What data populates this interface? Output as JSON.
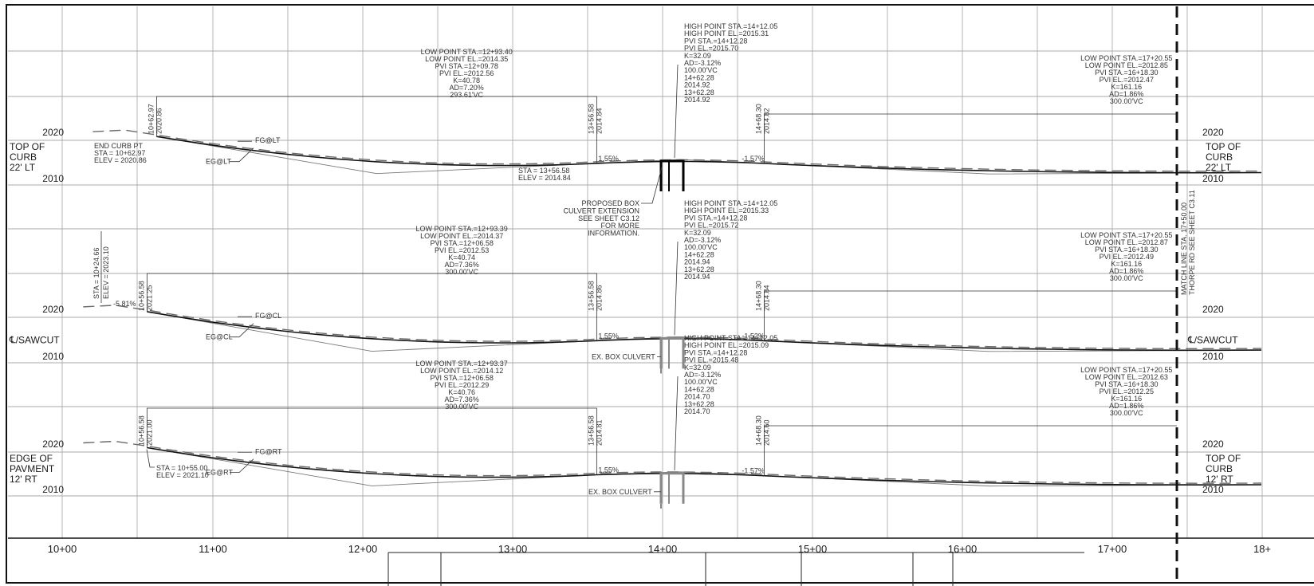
{
  "axis": {
    "stations": [
      "10+00",
      "11+00",
      "12+00",
      "13+00",
      "14+00",
      "15+00",
      "16+00",
      "17+00",
      "18+"
    ]
  },
  "profiles": [
    {
      "label_left": [
        "TOP OF",
        "CURB",
        "22' LT"
      ],
      "label_right": [
        "TOP OF",
        "CURB",
        "22' LT"
      ],
      "elev_top": "2020",
      "elev_bottom": "2010",
      "fg_tag": "FG@LT",
      "eg_tag": "EG@LT",
      "vc1": [
        "LOW POINT STA.=12+93.40",
        "LOW POINT EL.=2014.35",
        "PVI STA.=12+09.78",
        "PVI EL.=2012.56",
        "K=40.78",
        "AD=7.20%",
        "293.61'VC"
      ],
      "vc2": [
        "HIGH POINT STA.=14+12.05",
        "HIGH POINT EL.=2015.31",
        "PVI STA.=14+12.28",
        "PVI EL.=2015.70",
        "K=32.09",
        "AD=-3.12%",
        "100.00'VC",
        "14+62.28",
        "2014.92",
        "13+62.28",
        "2014.92"
      ],
      "vc3": [
        "LOW POINT STA.=17+20.55",
        "LOW POINT EL.=2012.85",
        "PVI STA.=16+18.30",
        "PVI EL.=2012.47",
        "K=161.16",
        "AD=1.86%",
        "300.00'VC"
      ],
      "start_sta": "10+62.97",
      "start_el": "2020.86",
      "bvc_sta": "13+56.58",
      "bvc_el": "2014.84",
      "evc_sta": "14+68.30",
      "evc_el": "2014.82",
      "grade_in": "1.55%",
      "grade_out": "-1.57%",
      "extra1": [
        "END CURB PT",
        "STA = 10+62.97",
        "ELEV =   2020.86"
      ],
      "extra2": [
        "STA  =  13+56.58",
        "ELEV =   2014.84"
      ]
    },
    {
      "label_left": [
        "℄/SAWCUT"
      ],
      "label_right": [
        "℄/SAWCUT"
      ],
      "elev_top": "2020",
      "elev_bottom": "2010",
      "fg_tag": "FG@CL",
      "eg_tag": "EG@CL",
      "vc1": [
        "LOW POINT STA.=12+93.39",
        "LOW POINT EL.=2014.37",
        "PVI STA.=12+06.58",
        "PVI EL.=2012.53",
        "K=40.74",
        "AD=7.36%",
        "300.00'VC"
      ],
      "vc2": [
        "HIGH POINT STA.=14+12.05",
        "HIGH POINT EL.=2015.33",
        "PVI STA.=14+12.28",
        "PVI EL.=2015.72",
        "K=32.09",
        "AD=-3.12%",
        "100.00'VC",
        "14+62.28",
        "2014.94",
        "13+62.28",
        "2014.94"
      ],
      "vc3": [
        "LOW POINT STA.=17+20.55",
        "LOW POINT EL.=2012.87",
        "PVI STA.=16+18.30",
        "PVI EL.=2012.49",
        "K=161.16",
        "AD=1.86%",
        "300.00'VC"
      ],
      "start_sta": "10+56.58",
      "start_el": "2021.25",
      "bvc_sta": "13+56.58",
      "bvc_el": "2014.86",
      "evc_sta": "14+68.30",
      "evc_el": "2014.84",
      "grade_in": "1.55%",
      "grade_out": "-1.52%",
      "extra1": [
        "STA = 10+24.66",
        "ELEV = 2023.10"
      ],
      "extra2": [
        "-5.81%"
      ]
    },
    {
      "label_left": [
        "EDGE OF",
        "PAVMENT",
        "12' RT"
      ],
      "label_right": [
        "TOP OF",
        "CURB",
        "12' RT"
      ],
      "elev_top": "2020",
      "elev_bottom": "2010",
      "fg_tag": "FG@RT",
      "eg_tag": "EG@RT",
      "vc1": [
        "LOW POINT STA.=12+93.37",
        "LOW POINT EL.=2014.12",
        "PVI STA.=12+06.58",
        "PVI EL.=2012.29",
        "K=40.76",
        "AD=7.36%",
        "300.00'VC"
      ],
      "vc2": [
        "HIGH POINT STA.=14+12.05",
        "HIGH POINT EL.=2015.09",
        "PVI STA.=14+12.28",
        "PVI EL.=2015.48",
        "K=32.09",
        "AD=-3.12%",
        "100.00'VC",
        "14+62.28",
        "2014.70",
        "13+62.28",
        "2014.70"
      ],
      "vc3": [
        "LOW POINT STA.=17+20.55",
        "LOW POINT EL.=2012.63",
        "PVI STA.=16+18.30",
        "PVI EL.=2012.25",
        "K=161.16",
        "AD=1.86%",
        "300.00'VC"
      ],
      "start_sta": "10+56.58",
      "start_el": "2021.00",
      "bvc_sta": "13+56.58",
      "bvc_el": "2014.81",
      "evc_sta": "14+68.30",
      "evc_el": "2014.60",
      "grade_in": "1.55%",
      "grade_out": "-1.57%",
      "extra1": [
        "STA  =  10+55.00",
        "ELEV =   2021.10"
      ],
      "extra2": []
    }
  ],
  "notes": {
    "culvert_proposed": [
      "PROPOSED BOX",
      "CULVERT EXTENSION",
      "SEE SHEET C3.12",
      "FOR MORE",
      "INFORMATION."
    ],
    "culvert_existing": "EX. BOX CULVERT",
    "match_line": [
      "MATCH LINE STA. 17+50.00",
      "THORPE RD SEE SHEET C3.11"
    ]
  }
}
